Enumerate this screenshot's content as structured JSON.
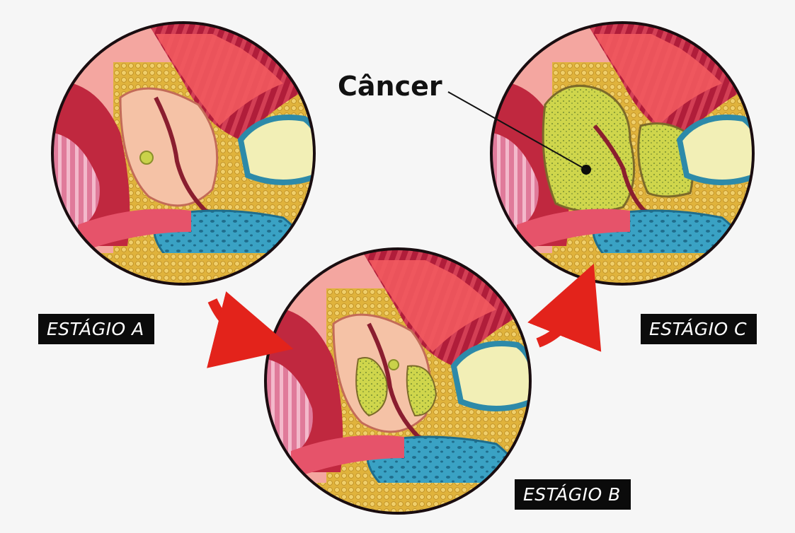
{
  "diagram": {
    "stage_a": {
      "label": "ESTÁGIO A"
    },
    "stage_b": {
      "label": "ESTÁGIO B"
    },
    "stage_c": {
      "label": "ESTÁGIO C"
    },
    "annotation": {
      "label": "Câncer"
    }
  },
  "colors": {
    "background": "#f6f6f6",
    "arrow": "#e3231b",
    "label_bg": "#0b0b0b",
    "label_text": "#ffffff",
    "tumor": "#cfd64c",
    "muscle": "#b01d3a",
    "tissue_pink": "#f08a8a",
    "fat": "#e0b33c",
    "bladder_blue": "#3aa2c4",
    "bone_cream": "#f2efb6"
  }
}
